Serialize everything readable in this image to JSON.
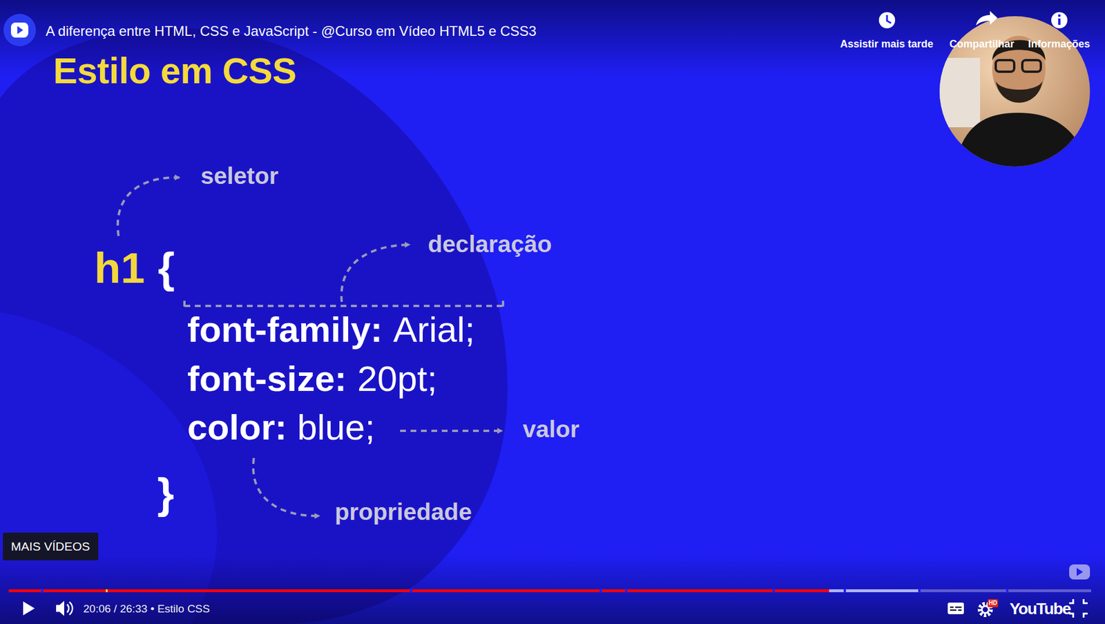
{
  "diagram": {
    "title": "Estilo em CSS",
    "labels": [
      "A diferença entre HTML, CSS e JavaScript - @Curso em Vídeo HTML5 e CSS3",
      "Assistir mais tarde",
      "Compartilhar",
      "Informações",
      "seletor",
      "declaração",
      "h1",
      "{",
      "font-family:",
      "Arial;",
      "font-size:",
      "20pt;",
      "color:",
      "blue;",
      "valor",
      "}",
      "propriedade",
      "MAIS VÍDEOS",
      "20:06 / 26:33 • Estilo CSS",
      "HD",
      "YouTube"
    ]
  }
}
